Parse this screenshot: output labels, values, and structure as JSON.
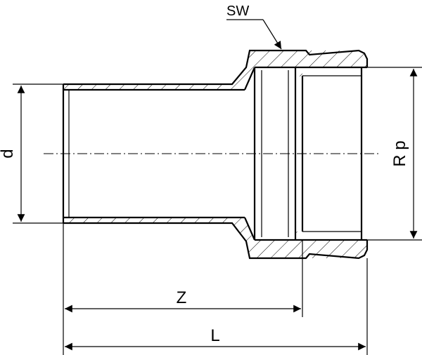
{
  "drawing": {
    "labels": {
      "sw": "SW",
      "d": "d",
      "rp": "R p",
      "z": "Z",
      "l": "L"
    }
  }
}
